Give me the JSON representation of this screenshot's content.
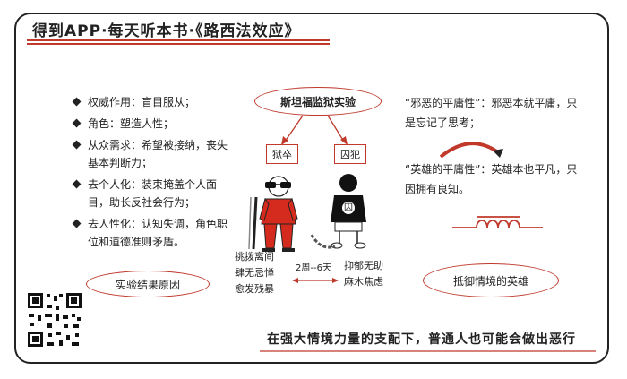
{
  "header": {
    "title": "得到APP·每天听本书·《路西法效应》"
  },
  "results": {
    "items": [
      "权威作用：盲目服从；",
      "角色：塑造人性；",
      "从众需求：希望被接纳，丧失基本判断力；",
      "去个人化：装束掩盖个人面目，助长反社会行为；",
      "去人性化：认知失调，角色职位和道德准则矛盾。"
    ],
    "label": "实验结果原因"
  },
  "experiment": {
    "title": "斯坦福监狱实验",
    "guard_label": "狱卒",
    "prisoner_label": "囚犯",
    "prisoner_badge": "囚",
    "guard_traits": [
      "挑拨离间",
      "肆无忌惮",
      "愈发残暴"
    ],
    "prisoner_traits": [
      "抑郁无助",
      "麻木焦虑"
    ],
    "duration": "2周--6天"
  },
  "right": {
    "evil_banality": "“邪恶的平庸性”：邪恶本就平庸，只是忘记了思考；",
    "hero_banality": "“英雄的平庸性”：英雄本也平凡，只因拥有良知。",
    "label": "抵御情境的英雄"
  },
  "footer": {
    "conclusion": "在强大情境力量的支配下，普通人也可能会做出恶行"
  },
  "colors": {
    "accent": "#c0392b",
    "ink": "#222222"
  }
}
